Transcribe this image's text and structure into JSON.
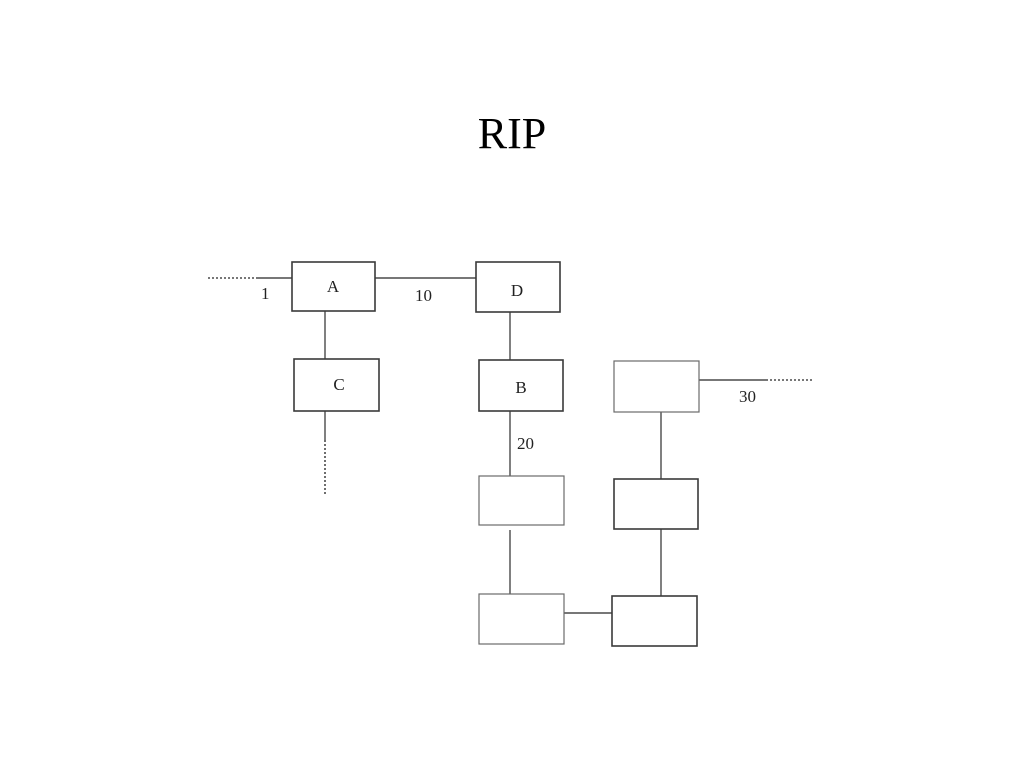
{
  "title": "RIP",
  "nodes": {
    "a": {
      "label": "A"
    },
    "d": {
      "label": "D"
    },
    "c": {
      "label": "C"
    },
    "b": {
      "label": "B"
    }
  },
  "link_costs": {
    "external_to_a": "1",
    "a_to_d": "10",
    "b_down": "20",
    "external_right": "30"
  }
}
